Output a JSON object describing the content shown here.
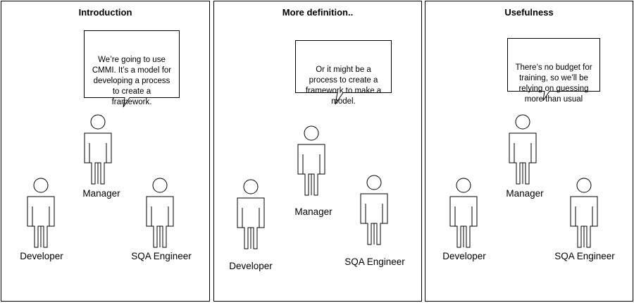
{
  "panels": [
    {
      "title": "Introduction",
      "bubble": "We’re going to use\nCMMI. It’s a model for\ndeveloping a process\nto create a\nframework.",
      "characters": {
        "manager": "Manager",
        "developer": "Developer",
        "sqa": "SQA Engineer"
      }
    },
    {
      "title": "More definition..",
      "bubble": "Or it might be a\nprocess to create a\nframework to make a\nmodel.",
      "characters": {
        "manager": "Manager",
        "developer": "Developer",
        "sqa": "SQA Engineer"
      }
    },
    {
      "title": "Usefulness",
      "bubble": "There’s no budget for\ntraining, so we’ll be\nrelying on guessing\nmore than usual",
      "characters": {
        "manager": "Manager",
        "developer": "Developer",
        "sqa": "SQA Engineer"
      }
    }
  ],
  "icons": {
    "person": "person-icon",
    "speech": "speech-bubble-icon"
  }
}
